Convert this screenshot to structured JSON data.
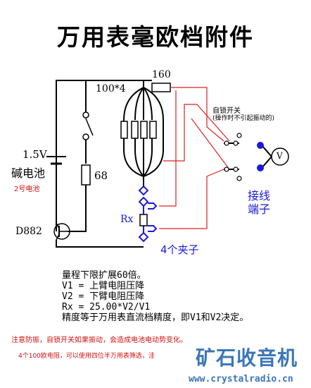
{
  "title": "万用表毫欧档附件",
  "labels": {
    "r160": "160",
    "r100x4": "100*4",
    "battery_v": "1.5V",
    "battery_type": "碱电池",
    "battery_size": "2号电池",
    "r68": "68",
    "transistor": "D882",
    "rx": "Rx",
    "clips": "4个夹子",
    "terminals_1": "接线",
    "terminals_2": "端子",
    "switch_1": "自锁开关",
    "switch_2": "(操作时不引起振动的)",
    "meter": "V"
  },
  "notes": [
    "量程下限扩展60倍。",
    "V1 = 上臂电阻压降",
    "V2 = 下臂电阻压降",
    "Rx = 25.00*V2/V1",
    "精度等于万用表直流档精度，即V1和V2决定。"
  ],
  "warnings": [
    "注意防振，自锁开关如果振动，会造成电池电动势变化。",
    "4个100欧电阻，可以使用四位半万用表筛选，洼"
  ],
  "watermark": {
    "cn": "矿石收音机",
    "url": "www.crystalradio.cn"
  },
  "colors": {
    "wire": "#000000",
    "red_wire": "#e02020",
    "blue_clip": "#1a1adb",
    "watermark": "#3a77b8"
  }
}
